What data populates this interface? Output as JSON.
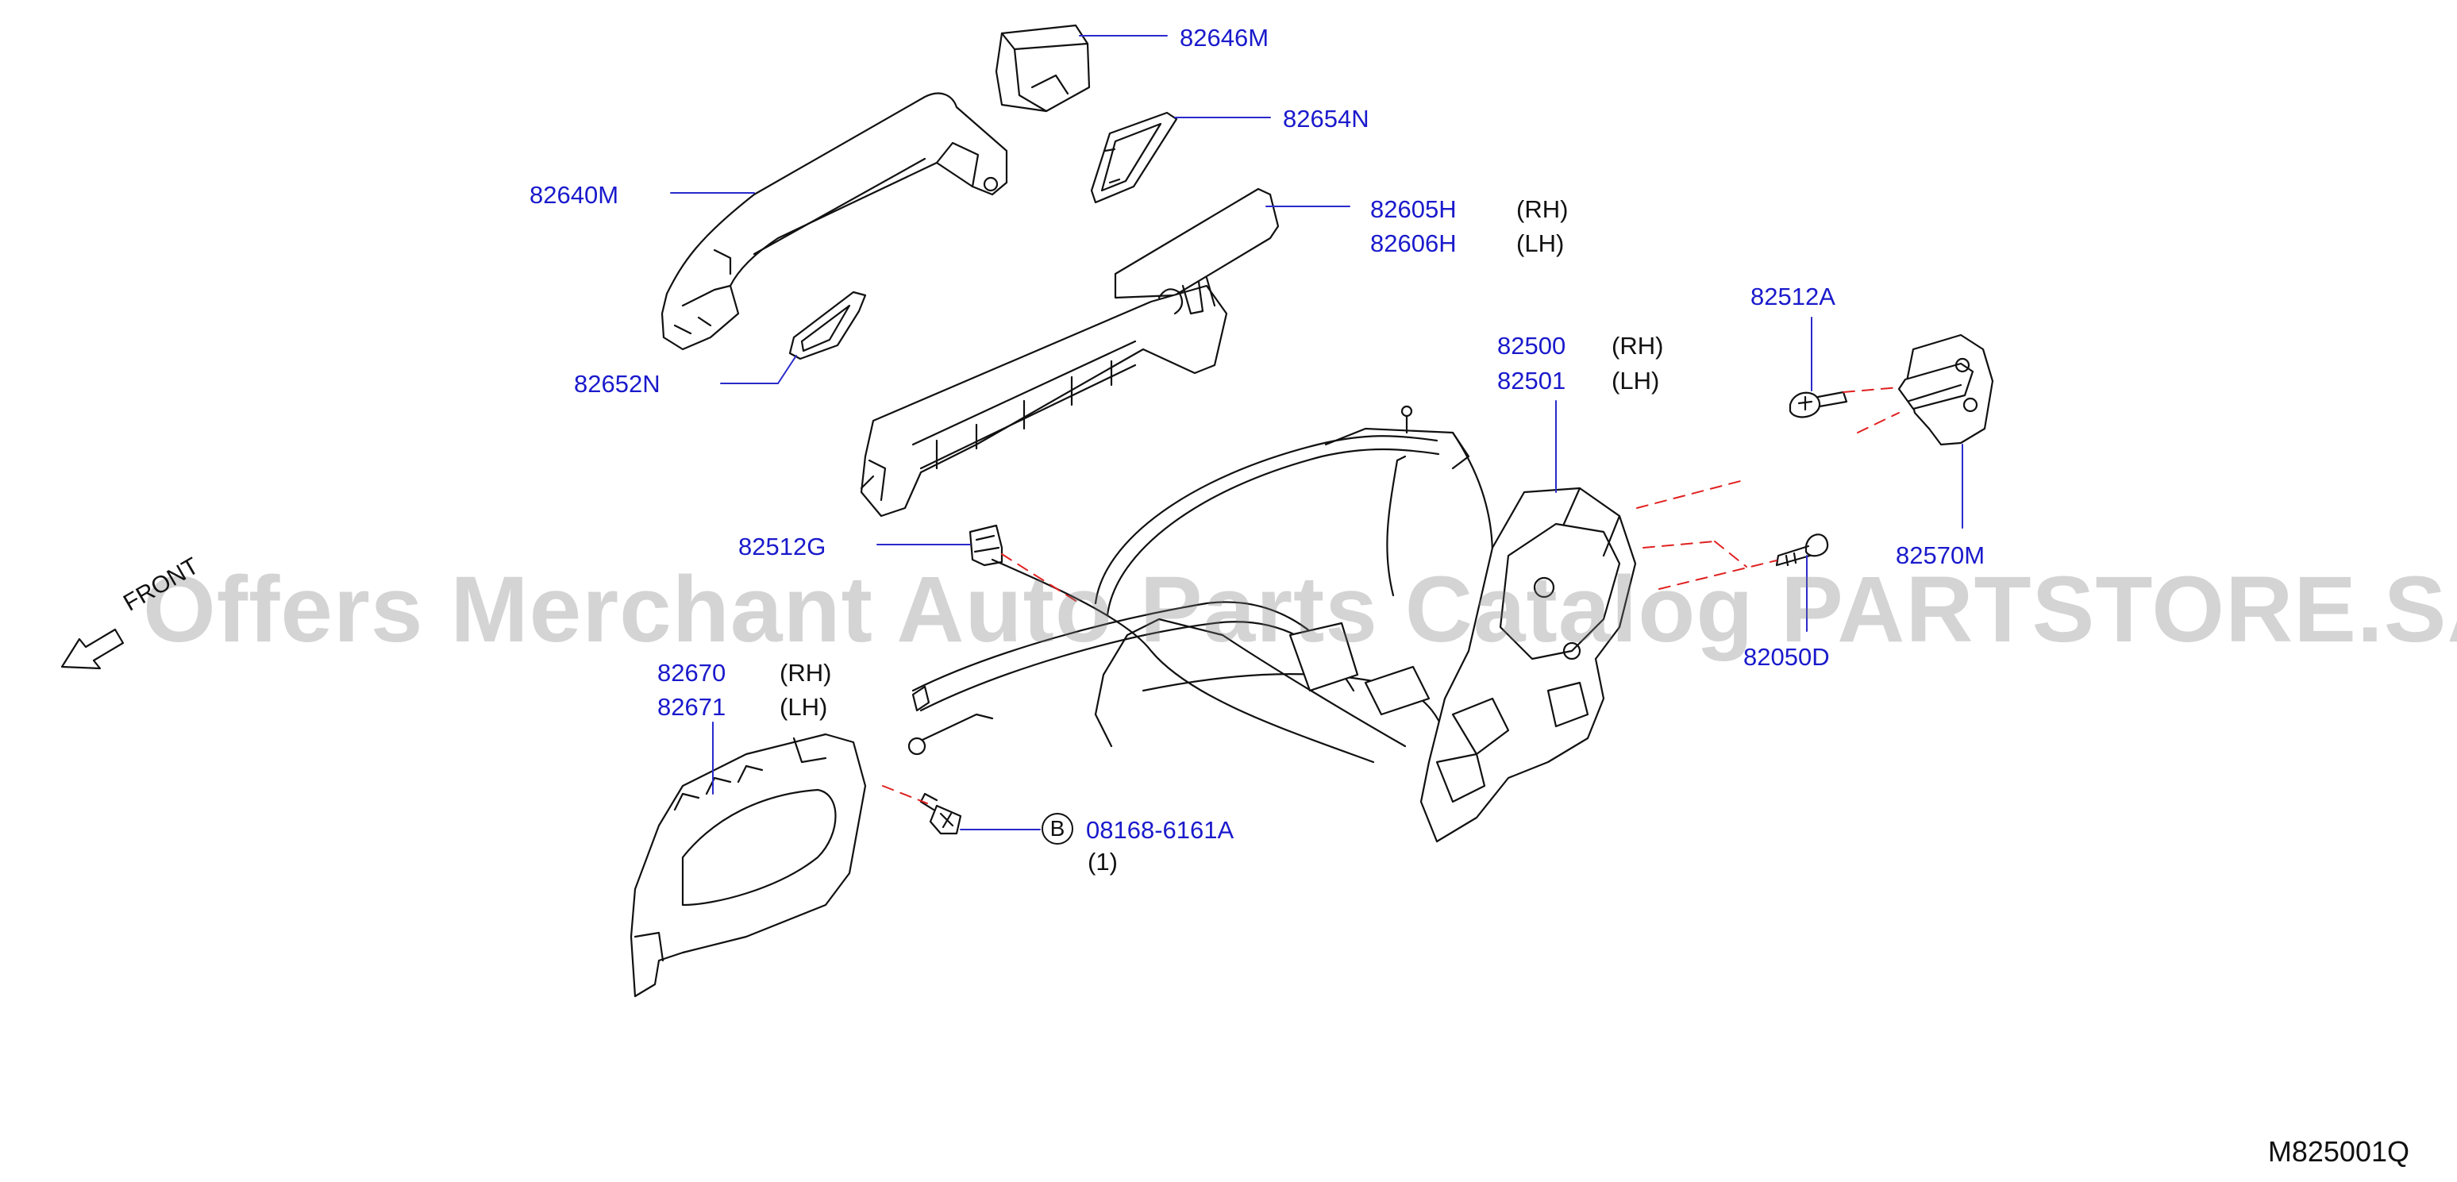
{
  "watermark": "Offers Merchant Auto Parts Catalog PARTSTORE.SA",
  "diagram_code": "M825001Q",
  "front_label": "FRONT",
  "callout_circle": "B",
  "parts": {
    "p82646M": "82646M",
    "p82654N": "82654N",
    "p82640M": "82640M",
    "p82605H": "82605H",
    "p82606H": "82606H",
    "p82652N": "82652N",
    "p82512A": "82512A",
    "p82500": "82500",
    "p82501": "82501",
    "p82570M": "82570M",
    "p82512G": "82512G",
    "p82050D": "82050D",
    "p82670": "82670",
    "p82671": "82671",
    "p08168": "08168-6161A"
  },
  "sides": {
    "rh": "(RH)",
    "lh": "(LH)"
  },
  "quantity": "(1)",
  "colors": {
    "label": "#1a1acc",
    "leader": "#2a2acc",
    "dash": "#e02020",
    "line": "#111111"
  }
}
